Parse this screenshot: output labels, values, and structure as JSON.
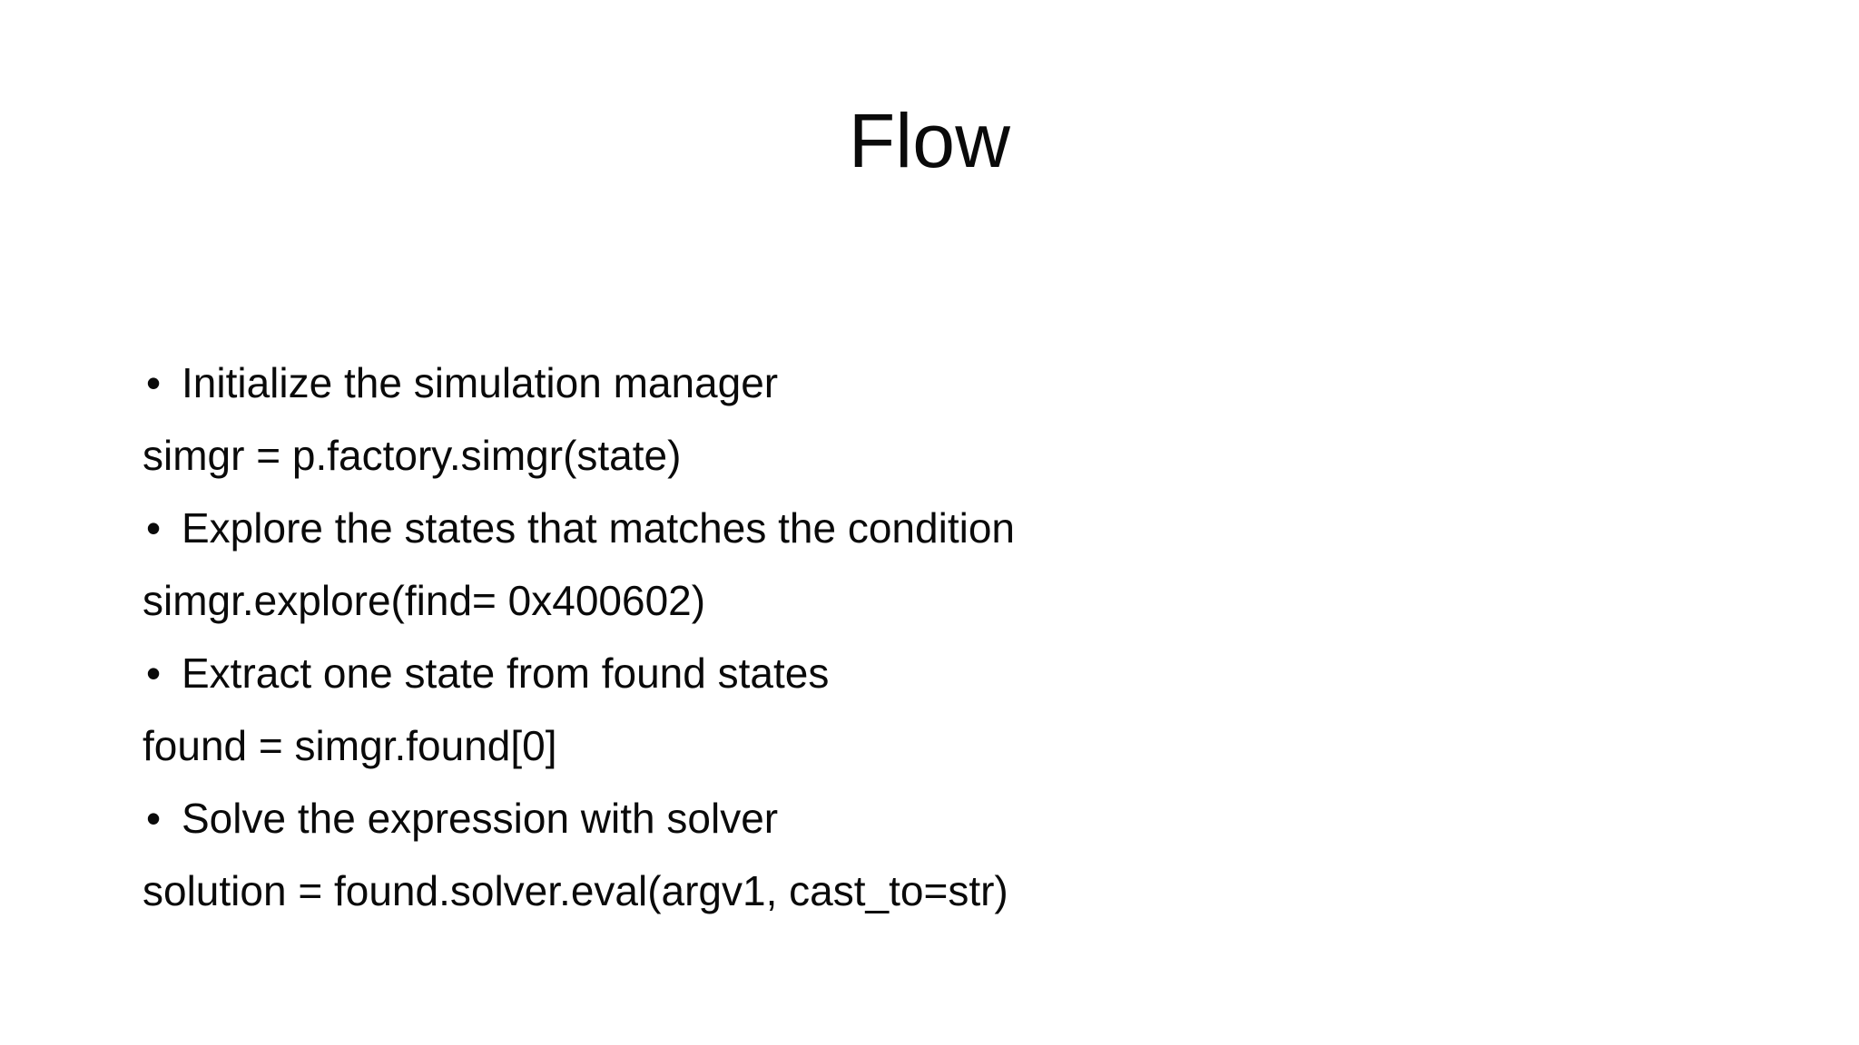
{
  "slide": {
    "title": "Flow",
    "background_color": "#ffffff",
    "text_color": "#0a0a0a",
    "bullet_glyph": "•",
    "lines": [
      {
        "kind": "bullet",
        "text": "Initialize the simulation manager"
      },
      {
        "kind": "code",
        "text": "simgr = p.factory.simgr(state)"
      },
      {
        "kind": "bullet",
        "text": "Explore the states that matches the condition"
      },
      {
        "kind": "code",
        "text": "simgr.explore(find= 0x400602)"
      },
      {
        "kind": "bullet",
        "text": "Extract one state from found states"
      },
      {
        "kind": "code",
        "text": "found = simgr.found[0]"
      },
      {
        "kind": "bullet",
        "text": "Solve the expression with solver"
      },
      {
        "kind": "code",
        "text": "solution = found.solver.eval(argv1, cast_to=str)"
      }
    ]
  }
}
